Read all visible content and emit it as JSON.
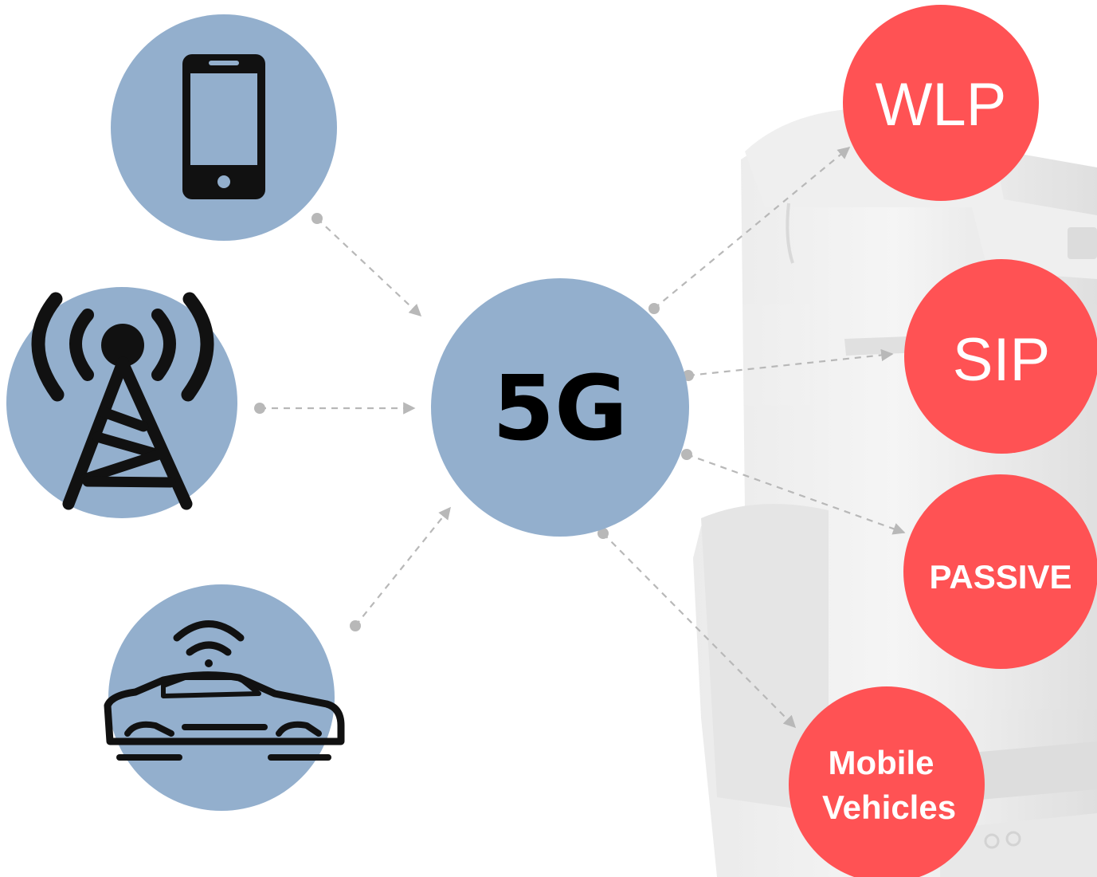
{
  "center": {
    "label": "5G"
  },
  "sources": [
    {
      "icon": "smartphone-icon"
    },
    {
      "icon": "cell-tower-icon"
    },
    {
      "icon": "connected-car-icon"
    }
  ],
  "targets": [
    {
      "label": "WLP"
    },
    {
      "label": "SIP"
    },
    {
      "label": "PASSIVE"
    },
    {
      "line1": "Mobile",
      "line2": "Vehicles"
    }
  ],
  "background": {
    "icon": "printer-machine-photo"
  },
  "colors": {
    "source_fill": "#93AFCD",
    "center_fill": "#93AFCD",
    "target_fill": "#FF5254",
    "icon": "#111111",
    "connector": "#B8B8B8"
  }
}
